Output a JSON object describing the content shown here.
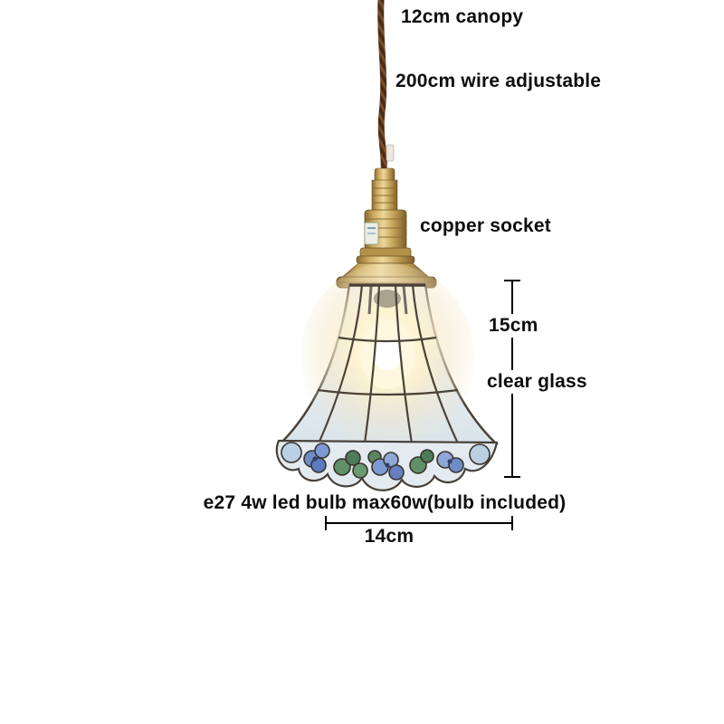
{
  "annotations": {
    "canopy": "12cm canopy",
    "wire": "200cm wire adjustable",
    "socket": "copper socket",
    "shade_height": "15cm",
    "glass": "clear glass",
    "bulb": "e27 4w led bulb max60w(bulb included)",
    "shade_width": "14cm"
  },
  "colors": {
    "text": "#0d0d0d",
    "wire_brown": "#4a2c18",
    "brass": "#c9a85c",
    "glass": "#e3ebf0",
    "flower_blue": "#6d8cc8",
    "leaf_green": "#5f9068",
    "dimension_line": "#000000"
  }
}
